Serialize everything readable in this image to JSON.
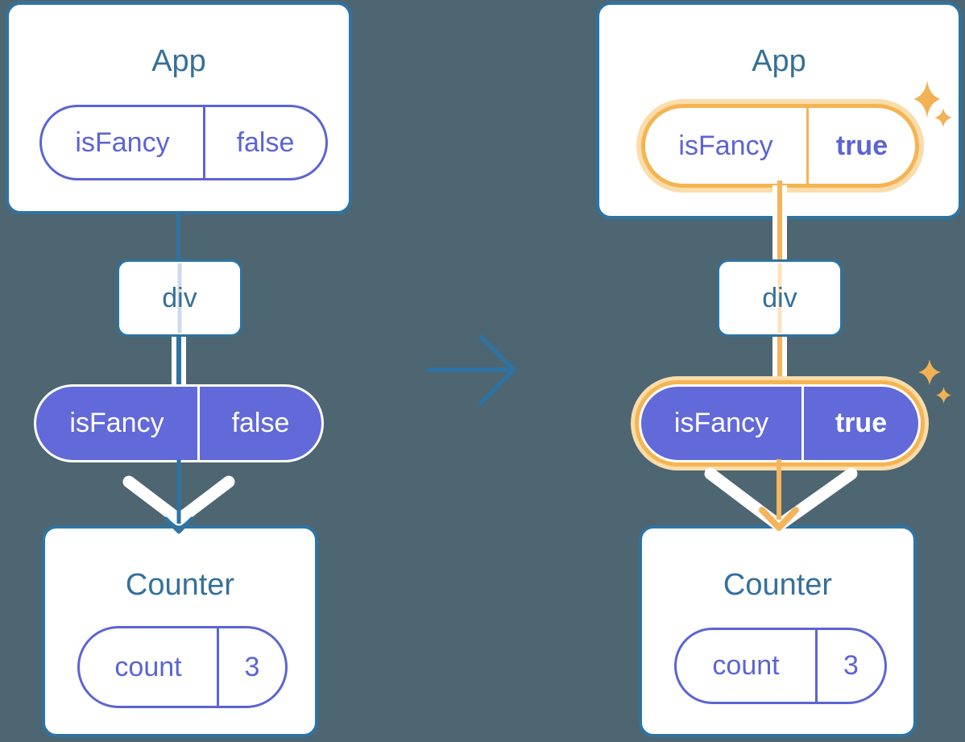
{
  "diagram_title": "Passing isFancy prop down the component tree (before and after)",
  "colors": {
    "background": "#4d6671",
    "card_border_blue": "#2e73a2",
    "title_text_blue": "#35709b",
    "pill_purple": "#5c64d4",
    "pill_purple_fill": "#6269d8",
    "highlight_orange": "#f5b452",
    "highlight_orange_glow": "#fbdcaa",
    "card_background": "#ffffff"
  },
  "icons": {
    "transition": "arrow-right-icon",
    "flow_before": "arrow-down-icon",
    "flow_after": "arrow-down-icon",
    "highlight": "sparkle-icon"
  },
  "left_tree": {
    "app": {
      "title": "App",
      "prop_name": "isFancy",
      "prop_value": "false"
    },
    "div_label": "div",
    "prop_pill": {
      "name": "isFancy",
      "value": "false"
    },
    "counter": {
      "title": "Counter",
      "state_name": "count",
      "state_value": "3"
    }
  },
  "right_tree": {
    "app": {
      "title": "App",
      "prop_name": "isFancy",
      "prop_value": "true"
    },
    "div_label": "div",
    "prop_pill": {
      "name": "isFancy",
      "value": "true"
    },
    "counter": {
      "title": "Counter",
      "state_name": "count",
      "state_value": "3"
    }
  }
}
